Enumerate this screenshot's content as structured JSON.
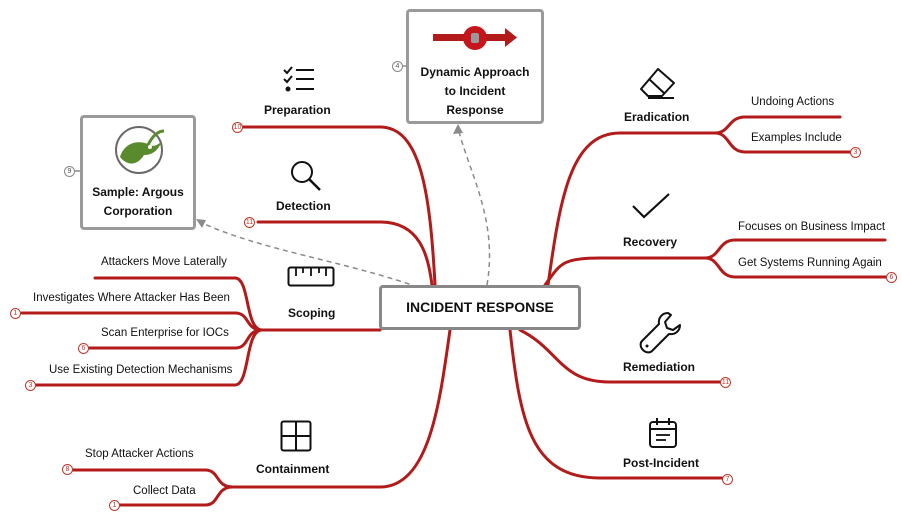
{
  "center": {
    "label": "INCIDENT RESPONSE"
  },
  "top_nodes": [
    {
      "label": "Dynamic Approach to Incident Response",
      "badge": "4"
    },
    {
      "label": "Sample: Argous Corporation",
      "badge": "9"
    }
  ],
  "branches": {
    "preparation": {
      "label": "Preparation",
      "badge": "10",
      "icon": "checklist-icon"
    },
    "detection": {
      "label": "Detection",
      "badge": "11",
      "icon": "magnifier-icon"
    },
    "scoping": {
      "label": "Scoping",
      "icon": "ruler-icon",
      "children": [
        {
          "label": "Attackers Move Laterally",
          "badge": ""
        },
        {
          "label": "Investigates Where Attacker Has Been",
          "badge": "1"
        },
        {
          "label": "Scan Enterprise for IOCs",
          "badge": "6"
        },
        {
          "label": "Use Existing Detection Mechanisms",
          "badge": "3"
        }
      ]
    },
    "containment": {
      "label": "Containment",
      "icon": "grid-icon",
      "children": [
        {
          "label": "Stop Attacker Actions",
          "badge": "8"
        },
        {
          "label": "Collect Data",
          "badge": "1"
        }
      ]
    },
    "eradication": {
      "label": "Eradication",
      "icon": "eraser-icon",
      "children": [
        {
          "label": "Undoing Actions",
          "badge": ""
        },
        {
          "label": "Examples Include",
          "badge": "3"
        }
      ]
    },
    "recovery": {
      "label": "Recovery",
      "icon": "checkmark-icon",
      "children": [
        {
          "label": "Focuses on Business Impact",
          "badge": ""
        },
        {
          "label": "Get Systems Running Again",
          "badge": "6"
        }
      ]
    },
    "remediation": {
      "label": "Remediation",
      "badge": "11",
      "icon": "wrench-icon"
    },
    "post_incident": {
      "label": "Post-Incident",
      "badge": "7",
      "icon": "calendar-icon"
    }
  },
  "colors": {
    "branch": "#b31b1b",
    "box_border": "#9a9a9a",
    "dashed": "#8a8a8a",
    "logo_green": "#5a8a2e"
  }
}
